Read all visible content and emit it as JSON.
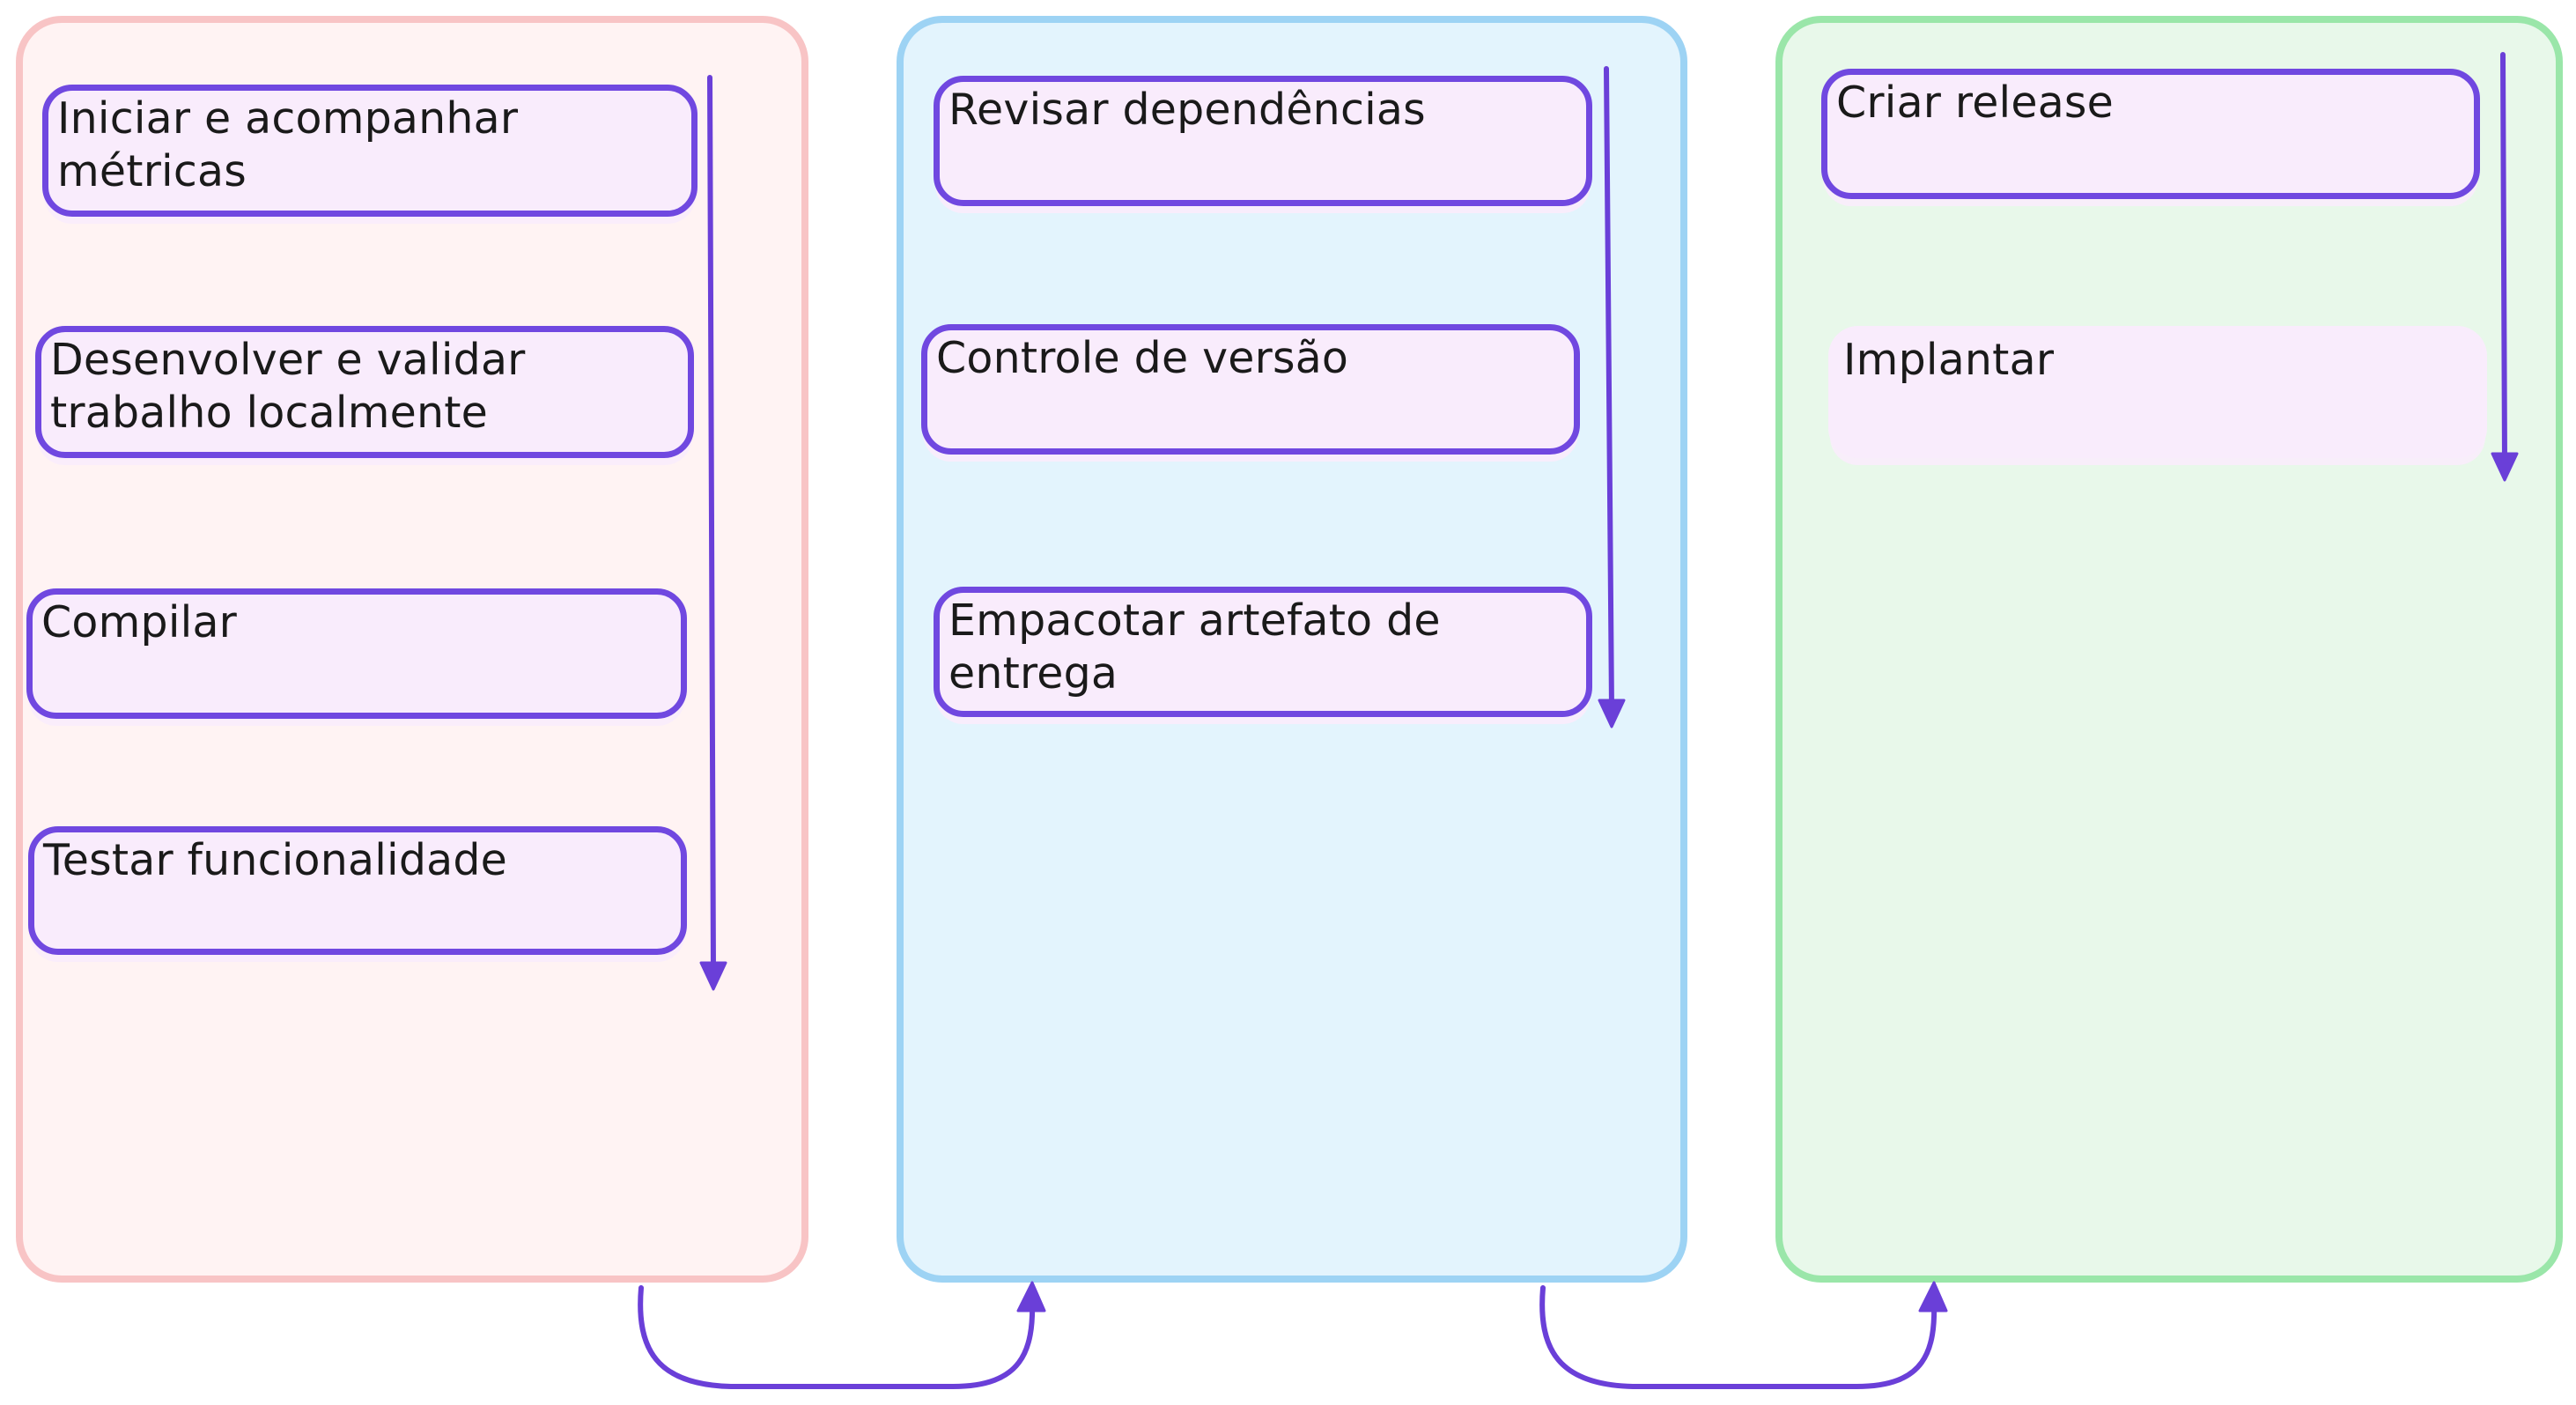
{
  "stages": [
    {
      "steps": [
        {
          "label": "Iniciar e acompanhar métricas"
        },
        {
          "label": "Desenvolver e validar trabalho localmente"
        },
        {
          "label": "Compilar"
        },
        {
          "label": "Testar funcionalidade"
        }
      ]
    },
    {
      "steps": [
        {
          "label": "Revisar dependências"
        },
        {
          "label": "Controle de versão"
        },
        {
          "label": "Empacotar artefato de entrega"
        }
      ]
    },
    {
      "steps": [
        {
          "label": "Criar release"
        },
        {
          "label": "Implantar"
        }
      ]
    }
  ],
  "colors": {
    "stage1_fill": "#fff3f3",
    "stage1_border": "#f8c4c5",
    "stage2_fill": "#e3f4fd",
    "stage2_border": "#9dd3f4",
    "stage3_fill": "#e8f8ea",
    "stage3_border": "#9ae6a9",
    "card_fill": "#f9ecfc",
    "accent": "#6a3fd8"
  }
}
